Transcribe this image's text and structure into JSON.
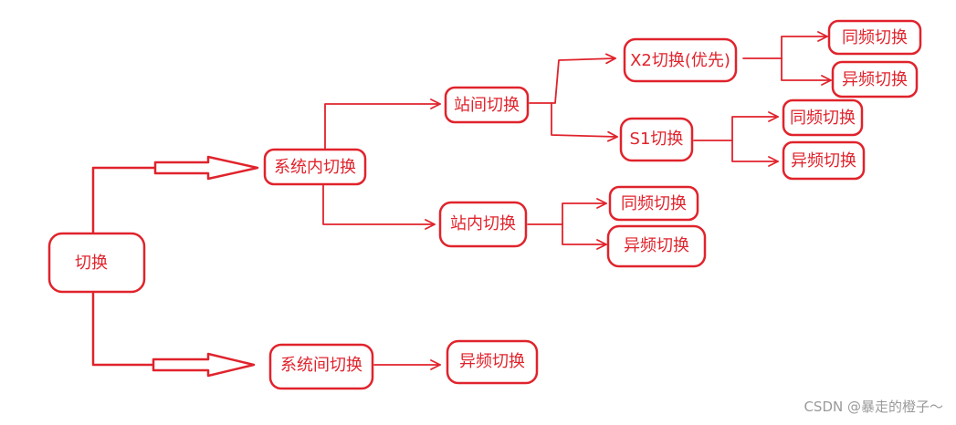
{
  "nodes": {
    "root": "切换",
    "intra_system": "系统内切换",
    "inter_system": "系统间切换",
    "inter_station": "站间切换",
    "intra_station": "站内切换",
    "x2": "X2切换(优先)",
    "s1": "S1切换",
    "x2_same": "同频切换",
    "x2_diff": "异频切换",
    "s1_same": "同频切换",
    "s1_diff": "异频切换",
    "intra_same": "同频切换",
    "intra_diff": "异频切换",
    "inter_sys_diff": "异频切换"
  },
  "watermark": "CSDN @暴走的橙子～",
  "colors": {
    "stroke": "#e0232c",
    "watermark": "#9a9a9a"
  }
}
